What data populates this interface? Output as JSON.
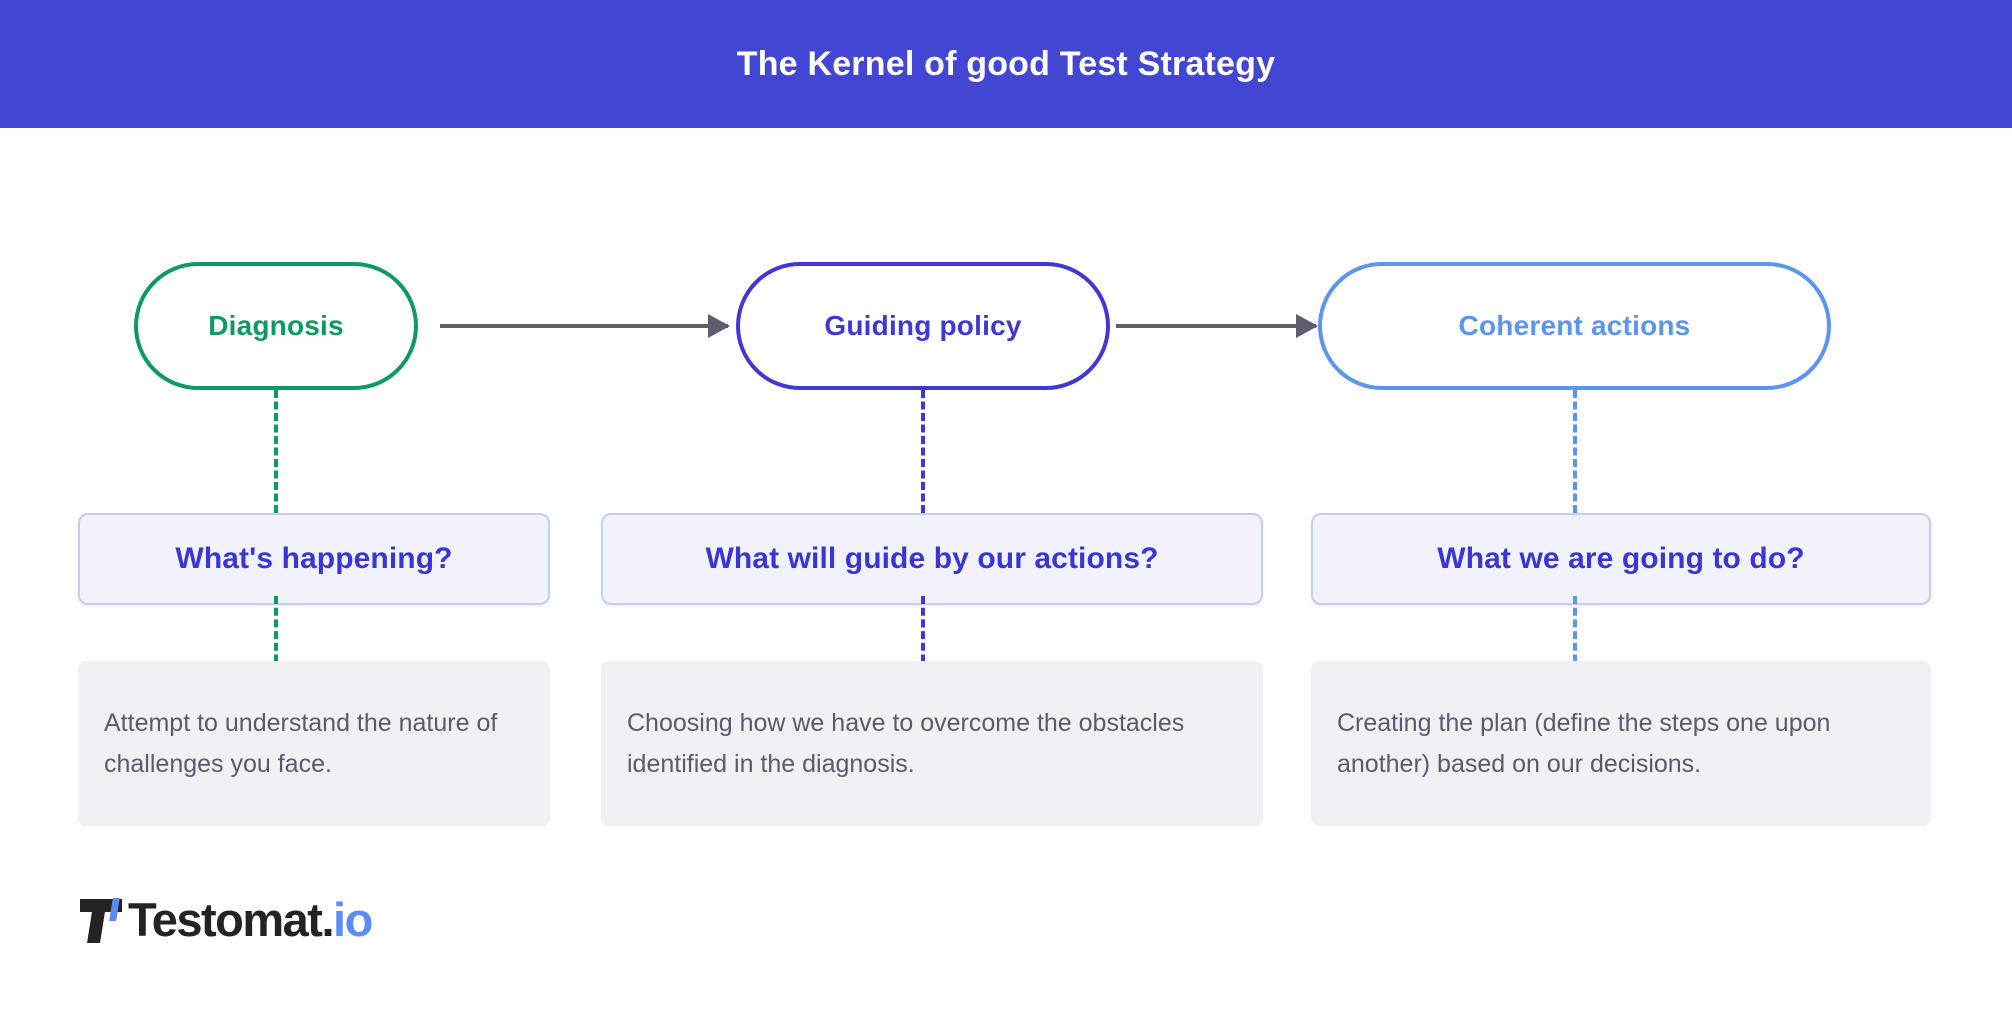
{
  "header": {
    "title": "The Kernel of good Test Strategy",
    "background_color": "#4246D3",
    "title_color": "#FFFFFF"
  },
  "diagram": {
    "type": "three-step-flow",
    "arrow_color": "#5E5C6E",
    "question_box_bg": "#F2F2FC",
    "question_box_border": "#C9CCF2",
    "question_text_color": "#3B35D4",
    "description_box_bg": "#F1F1F4",
    "description_text_color": "#5A5A6E",
    "steps": [
      {
        "node_label": "Diagnosis",
        "accent_color": "#0E9A63",
        "question": "What's happening?",
        "description": "Attempt to understand the nature of challenges you face."
      },
      {
        "node_label": "Guiding policy",
        "accent_color": "#4038D6",
        "question": "What will guide by our actions?",
        "description": "Choosing how we have to overcome the obstacles identified in the diagnosis."
      },
      {
        "node_label": "Coherent actions",
        "accent_color": "#5B96EE",
        "question": "What we are going to do?",
        "description": "Creating the plan (define the steps one upon another) based on our decisions."
      }
    ]
  },
  "logo": {
    "word": "Testoma",
    "word_tail": "t.",
    "suffix": "io",
    "full_text": "Testomat.io",
    "dark_color": "#232323",
    "accent_color": "#5B8CF5"
  }
}
